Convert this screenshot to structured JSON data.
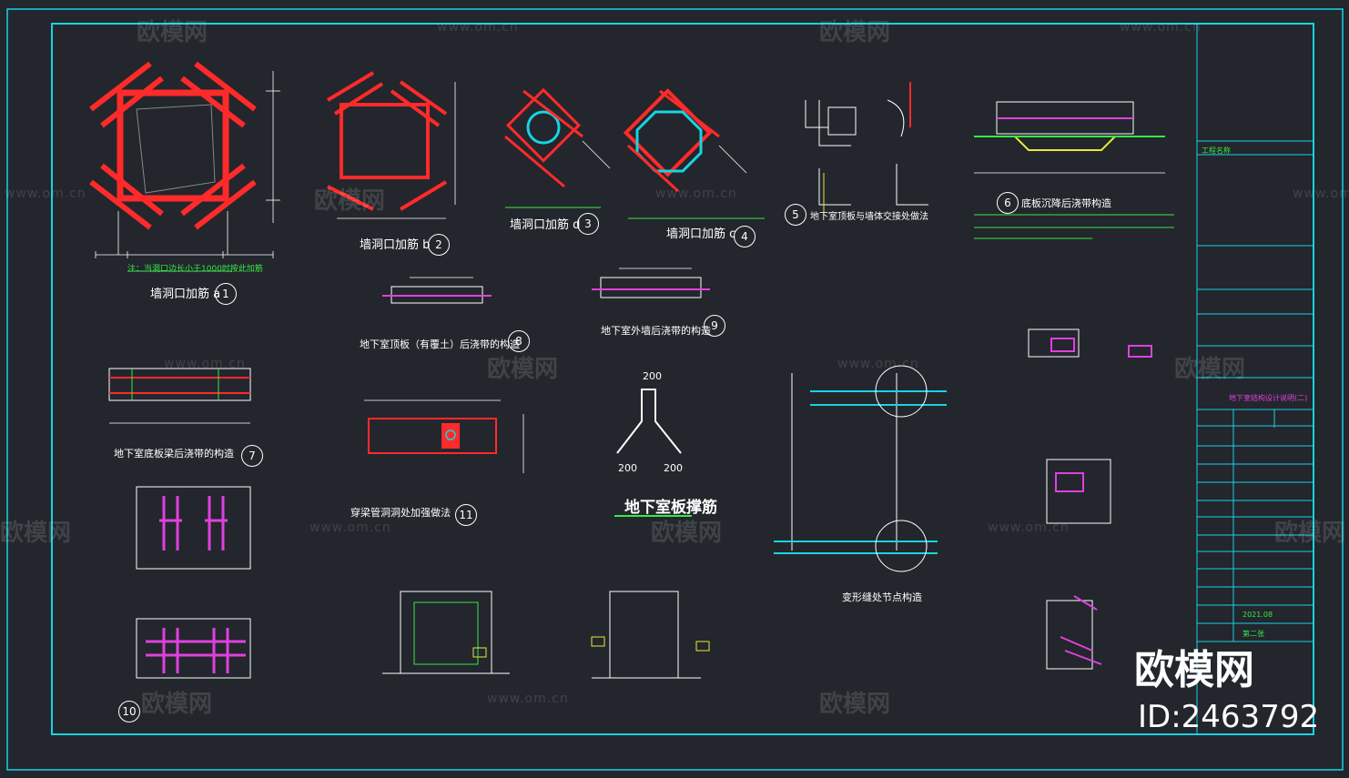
{
  "watermark": {
    "brand": "欧模网",
    "domain": "www.om.cn"
  },
  "logo": {
    "brand": "欧模网",
    "id": "ID:2463792"
  },
  "details": {
    "d1": {
      "title": "墙洞口加筋 a",
      "num": "1",
      "note": "注：当洞口边长小于1000时按此加筋"
    },
    "d2": {
      "title": "墙洞口加筋 b",
      "num": "2"
    },
    "d3": {
      "title": "墙洞口加筋 d",
      "num": "3"
    },
    "d4": {
      "title": "墙洞口加筋 c",
      "num": "4"
    },
    "d5": {
      "title": "地下室顶板与墙体交接处做法",
      "num": "5"
    },
    "d6": {
      "title": "底板沉降后浇带构造",
      "num": "6"
    },
    "d7": {
      "title": "地下室底板梁后浇带的构造",
      "num": "7"
    },
    "d8": {
      "title": "地下室顶板（有覆土）后浇带的构造",
      "num": "8"
    },
    "d9": {
      "title": "地下室外墙后浇带的构造",
      "num": "9"
    },
    "d10": {
      "num": "10"
    },
    "d11": {
      "title": "穿梁管洞洞处加强做法",
      "num": "11"
    },
    "d12": {
      "title": "地下室板撑筋"
    },
    "d13": {
      "title": "变形缝处节点构造"
    },
    "dim200a": "200",
    "dim200b": "200",
    "dim200c": "200"
  },
  "colors": {
    "background": "#23262c",
    "border": "#17d3e4",
    "rebar": "#ff2a2a",
    "annotation": "#39e64a",
    "text": "#ffffff",
    "magenta": "#e040e0",
    "yellow": "#e8e83a"
  },
  "titleblock": {
    "project_label": "工程名称",
    "title_label": "地下室结构设计说明(二)",
    "date": "2021.08",
    "sheet": "第二张"
  }
}
